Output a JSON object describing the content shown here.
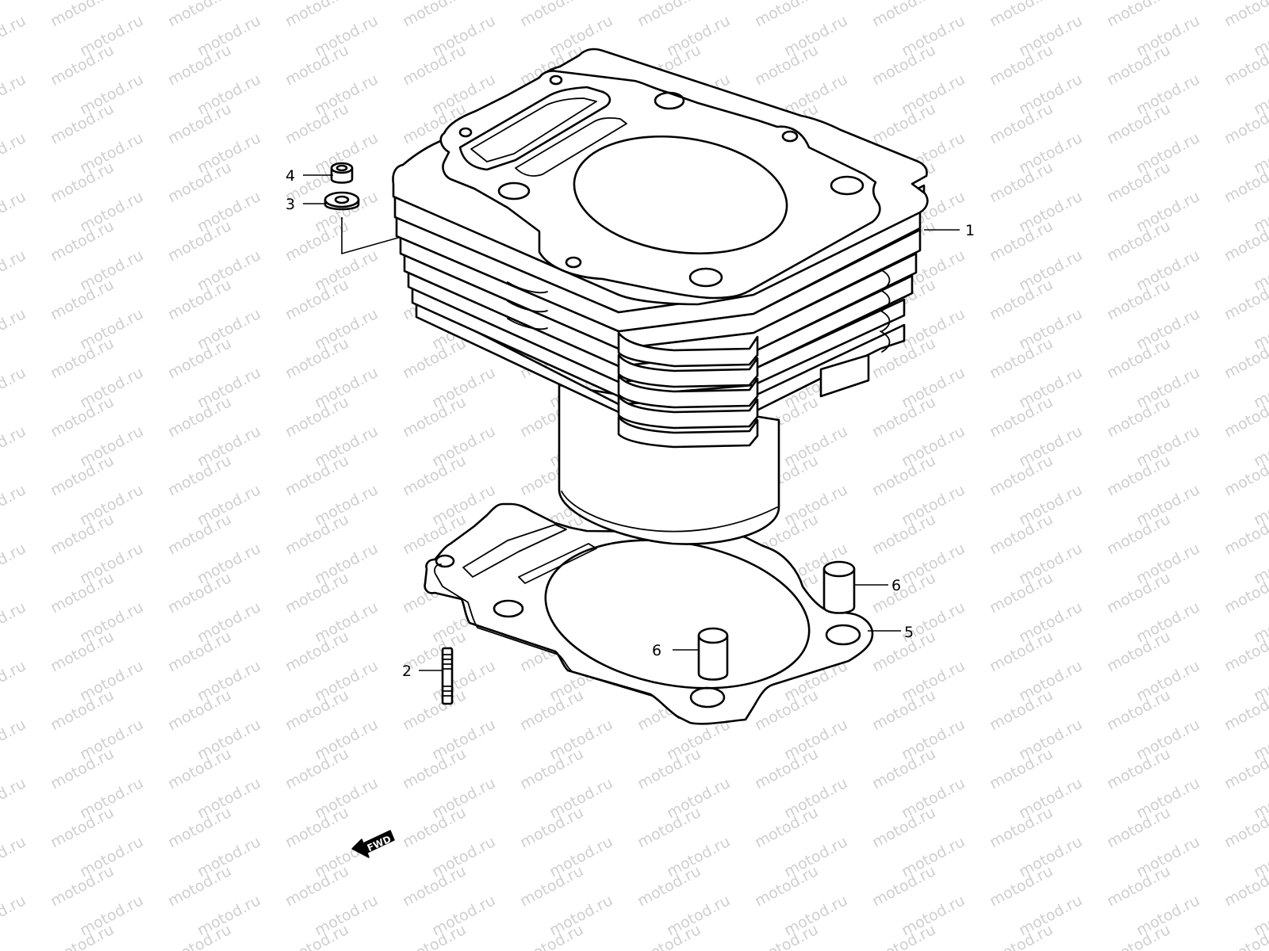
{
  "watermark": {
    "text": "motod.ru",
    "color": "#cfcfcf"
  },
  "callouts": {
    "cylinder": "1",
    "stud": "2",
    "washer": "3",
    "nut": "4",
    "gasket": "5",
    "dowel_pin_right": "6",
    "dowel_pin_center": "6"
  },
  "direction_marker": {
    "label": "FWD"
  },
  "colors": {
    "line": "#000000",
    "background": "#ffffff"
  }
}
